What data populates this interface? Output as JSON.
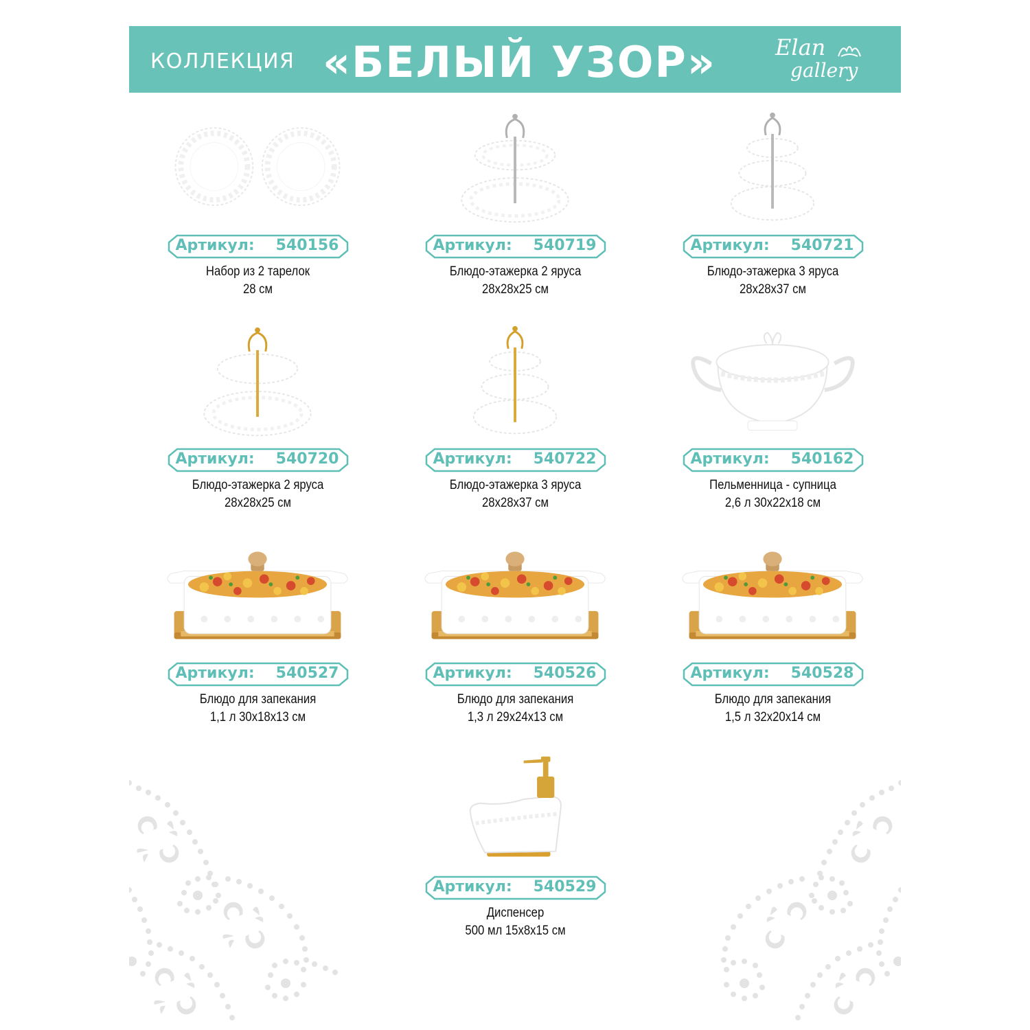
{
  "header": {
    "collection_label": "КОЛЛЕКЦИЯ",
    "title": "«БЕЛЫЙ УЗОР»",
    "logo_line1": "Elan",
    "logo_line2": "gallery",
    "background_color": "#69c2b8"
  },
  "badge_label": "Артикул:",
  "accent_color": "#5fbfb6",
  "products": [
    {
      "article": "540156",
      "name": "Набор из 2 тарелок",
      "size": "28 см",
      "image": "two-plates"
    },
    {
      "article": "540719",
      "name": "Блюдо-этажерка 2 яруса",
      "size": "28x28x25 см",
      "image": "cake-stand-2-tier-silver"
    },
    {
      "article": "540721",
      "name": "Блюдо-этажерка 3 яруса",
      "size": "28x28x37 см",
      "image": "cake-stand-3-tier-silver"
    },
    {
      "article": "540720",
      "name": "Блюдо-этажерка 2 яруса",
      "size": "28x28x25 см",
      "image": "cake-stand-2-tier-gold"
    },
    {
      "article": "540722",
      "name": "Блюдо-этажерка 3 яруса",
      "size": "28x28x37 см",
      "image": "cake-stand-3-tier-gold"
    },
    {
      "article": "540162",
      "name": "Пельменница - супница",
      "size": "2,6 л 30x22x18 см",
      "image": "soup-tureen"
    },
    {
      "article": "540527",
      "name": "Блюдо для запекания",
      "size": "1,1 л 30x18x13 см",
      "image": "baking-dish-on-bamboo-stand"
    },
    {
      "article": "540526",
      "name": "Блюдо для запекания",
      "size": "1,3 л 29x24x13 см",
      "image": "baking-dish-on-bamboo-stand"
    },
    {
      "article": "540528",
      "name": "Блюдо для запекания",
      "size": "1,5 л 32x20x14 см",
      "image": "baking-dish-on-bamboo-stand"
    },
    {
      "article": "540529",
      "name": "Диспенсер",
      "size": "500 мл 15x8x15 см",
      "image": "soap-dispenser"
    }
  ]
}
